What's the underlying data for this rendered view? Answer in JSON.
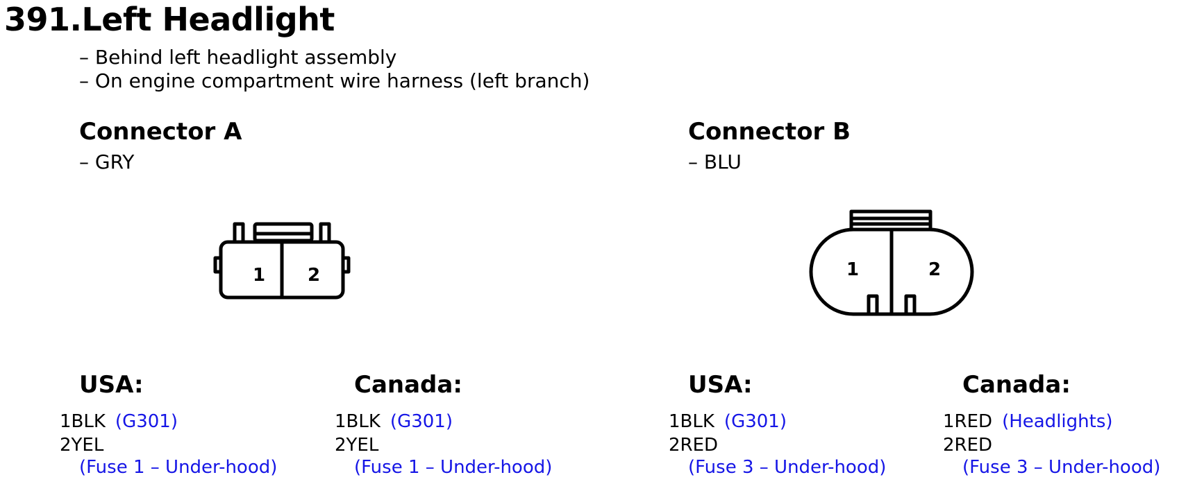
{
  "header": {
    "title": "391.Left Headlight"
  },
  "location": [
    "– Behind left headlight assembly",
    "– On engine compartment wire harness (left branch)"
  ],
  "connector_a": {
    "title": "Connector A",
    "color": "– GRY",
    "pins": [
      "1",
      "2"
    ],
    "usa": {
      "heading": "USA:",
      "pin1_wire": "1BLK",
      "pin1_ref": "(G301)",
      "pin2_wire": "2YEL",
      "pin2_ref": "(Fuse 1 – Under-hood)"
    },
    "canada": {
      "heading": "Canada:",
      "pin1_wire": "1BLK",
      "pin1_ref": "(G301)",
      "pin2_wire": "2YEL",
      "pin2_ref": "(Fuse 1 – Under-hood)"
    }
  },
  "connector_b": {
    "title": "Connector B",
    "color": "– BLU",
    "pins": [
      "1",
      "2"
    ],
    "usa": {
      "heading": "USA:",
      "pin1_wire": "1BLK",
      "pin1_ref": "(G301)",
      "pin2_wire": "2RED",
      "pin2_ref": "(Fuse 3 – Under-hood)"
    },
    "canada": {
      "heading": "Canada:",
      "pin1_wire": "1RED",
      "pin1_ref": "(Headlights)",
      "pin2_wire": "2RED",
      "pin2_ref": "(Fuse 3 – Under-hood)"
    }
  },
  "colors": {
    "reference_text": "#1515e6",
    "text": "#000000"
  }
}
